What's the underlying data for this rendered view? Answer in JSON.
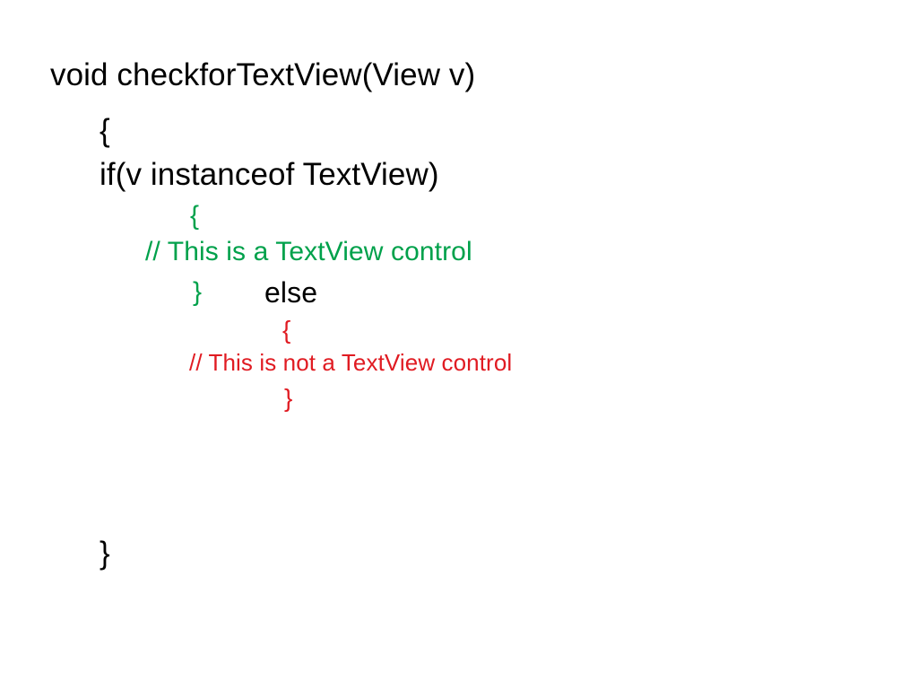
{
  "slide": {
    "background_color": "#FFFFFF",
    "title": "void checkforTextView(View v)",
    "colors": {
      "text": "#000000",
      "comment_true_branch": "#00A14B",
      "comment_false_branch": "#E01B22",
      "background": "#FFFFFF"
    },
    "code_lines": [
      {
        "id": "signature",
        "text": "void checkforTextView(View v)",
        "color_role": "text"
      },
      {
        "id": "open_outer",
        "text": "{",
        "color_role": "text"
      },
      {
        "id": "if_statement",
        "text": "if(v instanceof TextView)",
        "color_role": "text"
      },
      {
        "id": "open_green",
        "text": "{",
        "color_role": "comment_true_branch"
      },
      {
        "id": "comment_green",
        "text": "// This is a TextView control",
        "color_role": "comment_true_branch"
      },
      {
        "id": "close_green",
        "text": "}",
        "color_role": "comment_true_branch"
      },
      {
        "id": "else_keyword",
        "text": "else",
        "color_role": "text"
      },
      {
        "id": "open_red",
        "text": "{",
        "color_role": "comment_false_branch"
      },
      {
        "id": "comment_red",
        "text": "// This is not a TextView control",
        "color_role": "comment_false_branch"
      },
      {
        "id": "close_red",
        "text": "}",
        "color_role": "comment_false_branch"
      },
      {
        "id": "close_outer",
        "text": "}",
        "color_role": "text"
      }
    ]
  }
}
